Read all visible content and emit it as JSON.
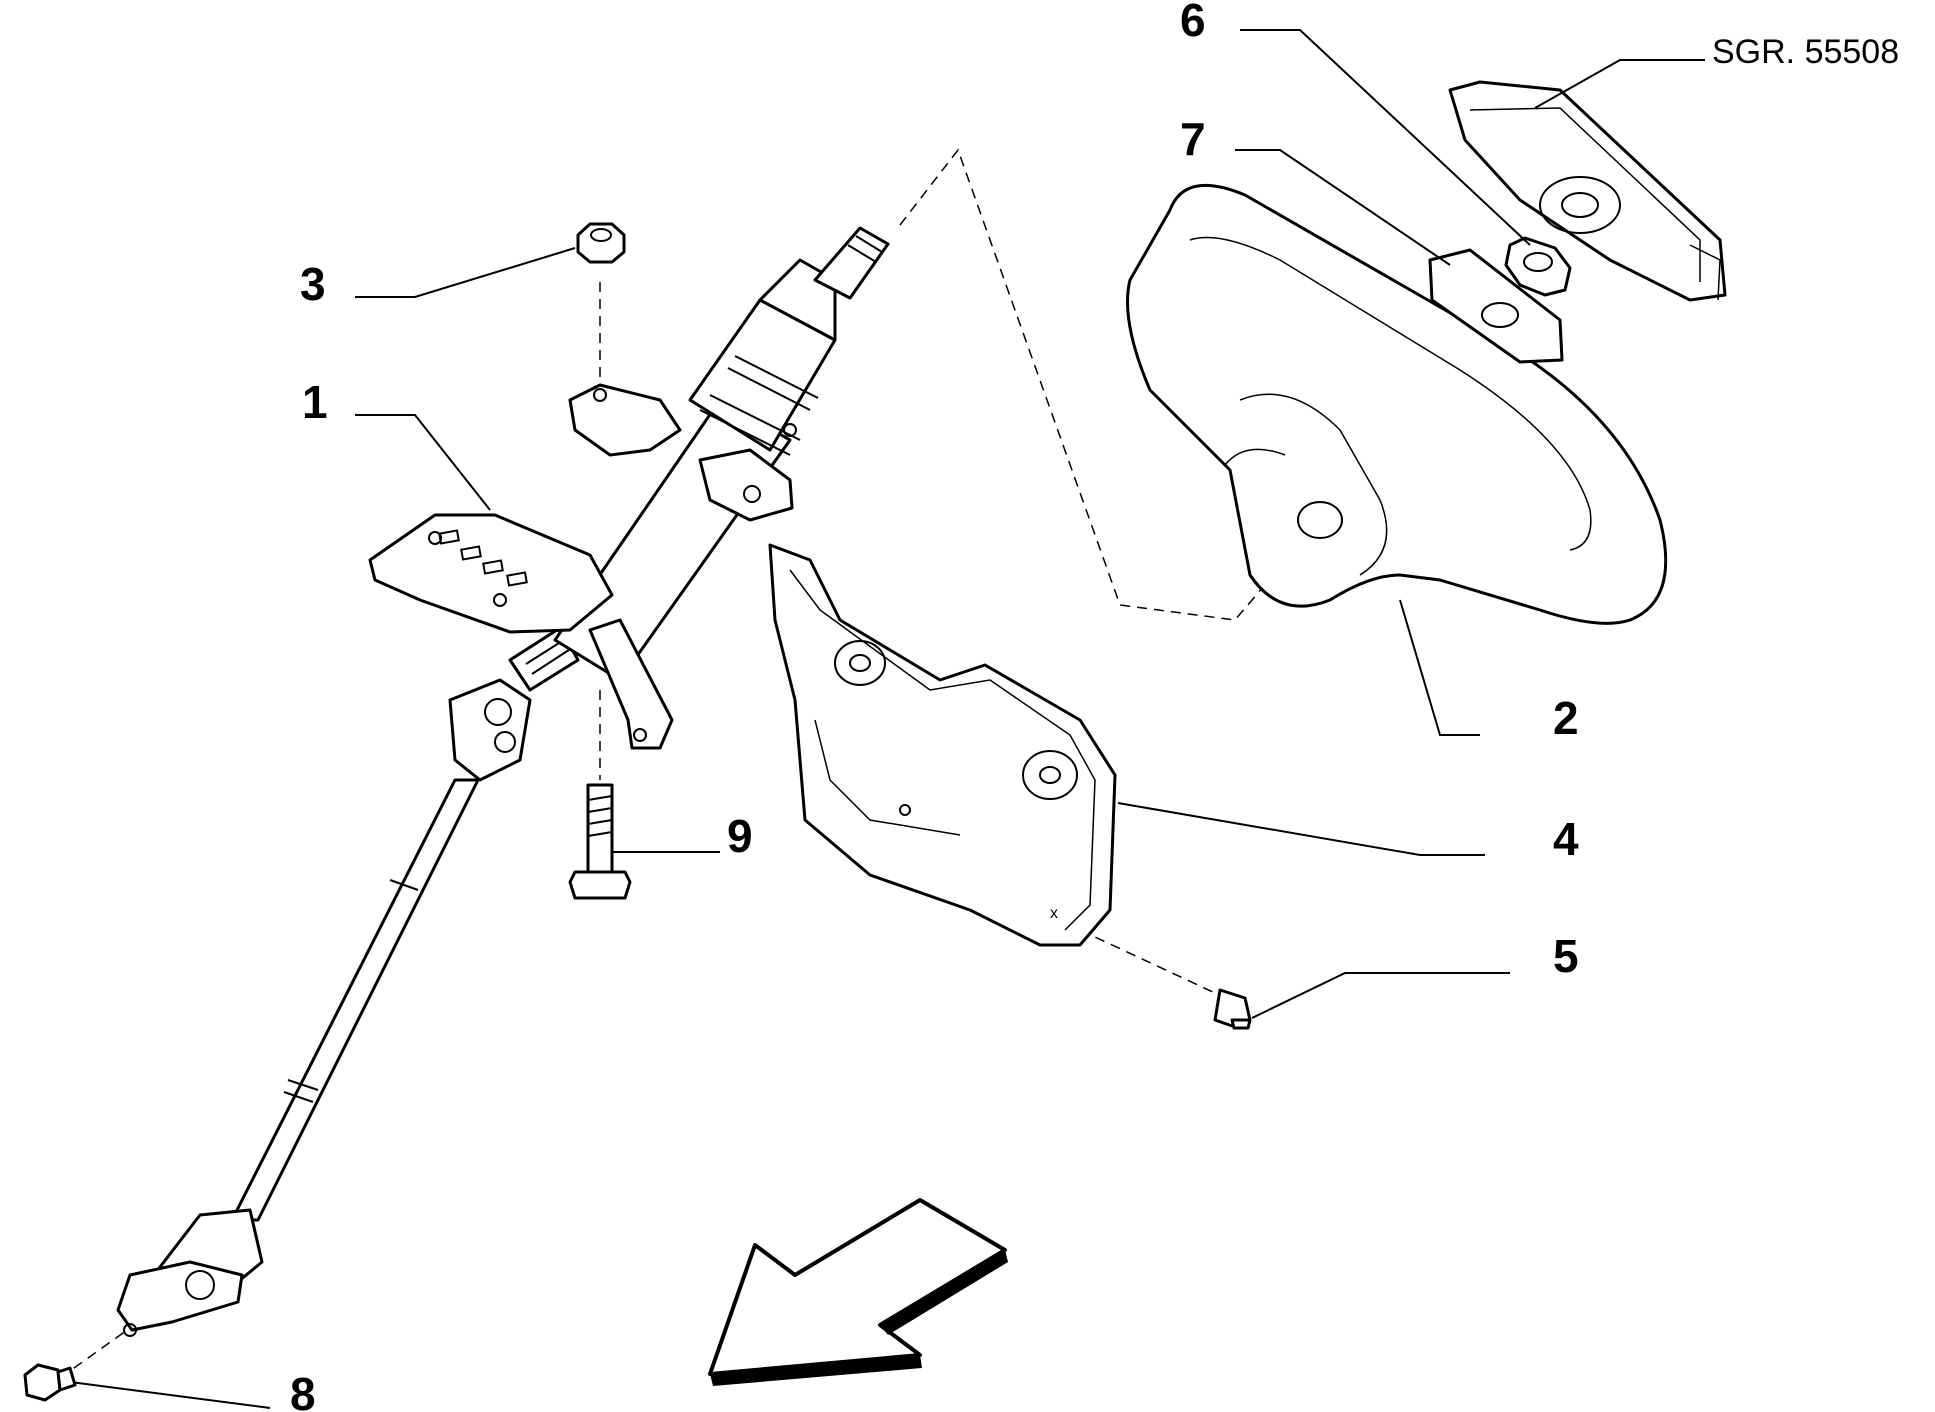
{
  "diagram": {
    "reference_code": "SGR. 55508",
    "labels": [
      {
        "id": "callout-1",
        "text": "1"
      },
      {
        "id": "callout-2",
        "text": "2"
      },
      {
        "id": "callout-3",
        "text": "3"
      },
      {
        "id": "callout-4",
        "text": "4"
      },
      {
        "id": "callout-5",
        "text": "5"
      },
      {
        "id": "callout-6",
        "text": "6"
      },
      {
        "id": "callout-7",
        "text": "7"
      },
      {
        "id": "callout-8",
        "text": "8"
      },
      {
        "id": "callout-9",
        "text": "9"
      }
    ],
    "panel_mark": "x"
  }
}
